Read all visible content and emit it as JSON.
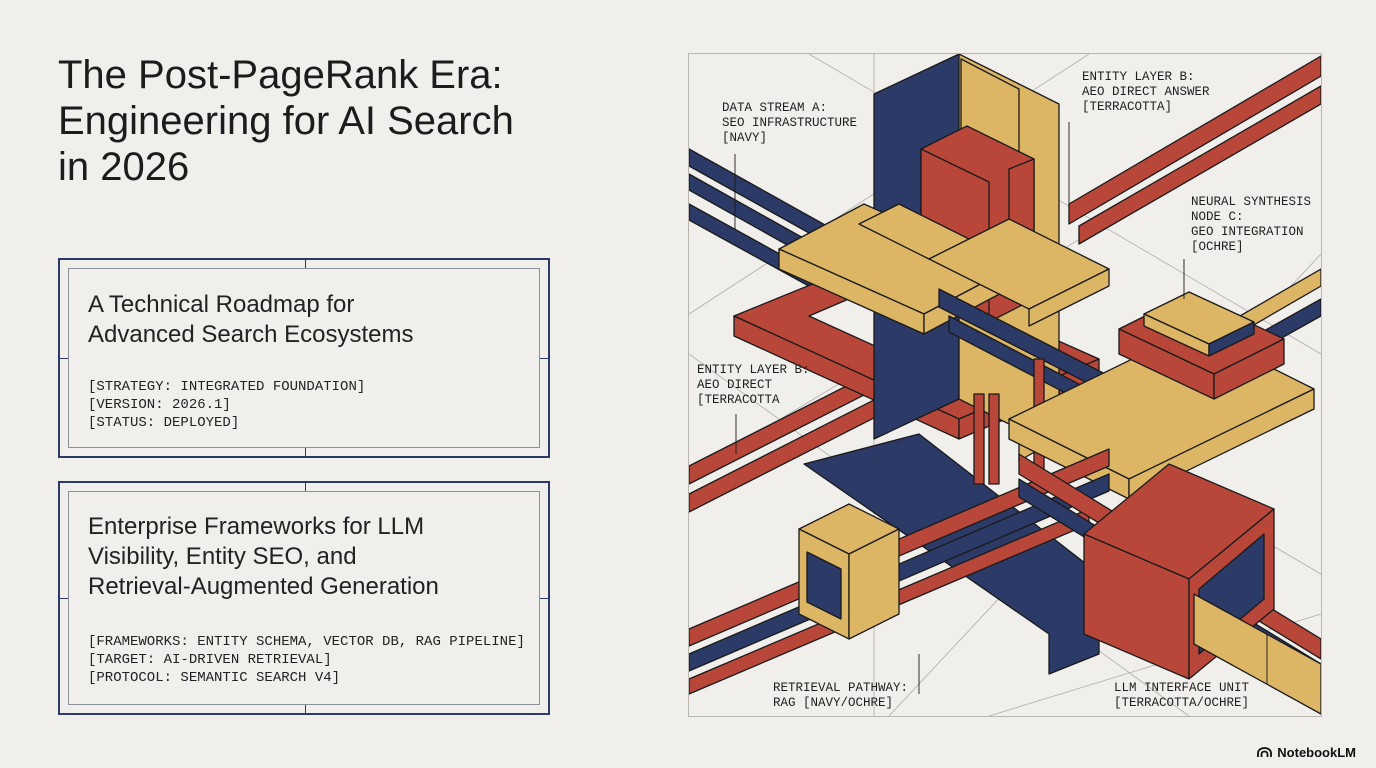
{
  "title": {
    "lines": [
      "The Post-PageRank Era:",
      "Engineering for AI Search",
      "in 2026"
    ]
  },
  "card1": {
    "subtitle": [
      "A Technical Roadmap for",
      "Advanced Search Ecosystems"
    ],
    "meta": [
      "[STRATEGY: INTEGRATED FOUNDATION]",
      "[VERSION: 2026.1]",
      "[STATUS: DEPLOYED]"
    ]
  },
  "card2": {
    "subtitle": [
      "Enterprise Frameworks for LLM",
      "Visibility, Entity SEO, and",
      "Retrieval-Augmented Generation"
    ],
    "meta": [
      "[FRAMEWORKS: ENTITY SCHEMA, VECTOR DB, RAG PIPELINE]",
      "[TARGET: AI-DRIVEN RETRIEVAL]",
      "[PROTOCOL: SEMANTIC SEARCH V4]"
    ]
  },
  "diagram": {
    "labels": {
      "data_stream": [
        "DATA STREAM A:",
        "SEO INFRASTRUCTURE",
        "[NAVY]"
      ],
      "entity_top": [
        "ENTITY LAYER B:",
        "AEO DIRECT ANSWER",
        "[TERRACOTTA]"
      ],
      "neural": [
        "NEURAL SYNTHESIS",
        "NODE C:",
        "GEO INTEGRATION",
        "[OCHRE]"
      ],
      "entity_left": [
        "ENTITY LAYER B:",
        "AEO DIRECT",
        "[TERRACOTTA"
      ],
      "retrieval": [
        "RETRIEVAL PATHWAY:",
        "RAG [NAVY/OCHRE]"
      ],
      "llm": [
        "LLM INTERFACE UNIT",
        "[TERRACOTTA/OCHRE]"
      ]
    },
    "colors": {
      "navy": "#2b3a67",
      "terracotta": "#b8473a",
      "ochre": "#dcb665",
      "outline": "#1a1a1a"
    }
  },
  "brand": {
    "name": "NotebookLM",
    "icon": "notebooklm-logo-icon"
  }
}
